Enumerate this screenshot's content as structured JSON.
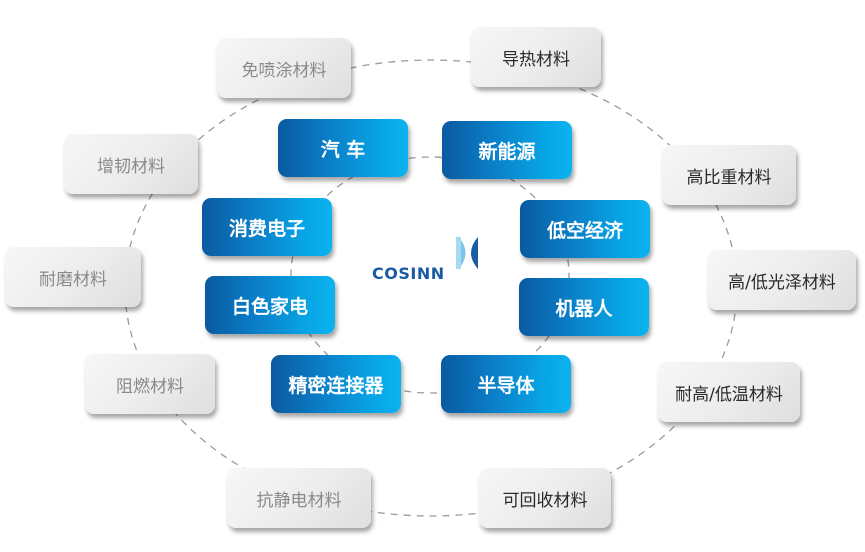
{
  "logo": {
    "text": "COSINN",
    "icon": "cosinn-logo-mark",
    "colors": {
      "dark": "#1a5ca3",
      "light": "#a9d8f2"
    }
  },
  "colors": {
    "application_gradient_start": "#0a5aa0",
    "application_gradient_end": "#0bb3ef",
    "material_bg": "#ececec",
    "material_text_left": "#8a8a8a",
    "material_text_right": "#2a2a2a",
    "ring_dash": "#9a9a9a"
  },
  "applications": [
    {
      "id": "auto",
      "label": "汽 车"
    },
    {
      "id": "new-energy",
      "label": "新能源"
    },
    {
      "id": "consumer-electronics",
      "label": "消费电子"
    },
    {
      "id": "low-altitude-economy",
      "label": "低空经济"
    },
    {
      "id": "home-appliances",
      "label": "白色家电"
    },
    {
      "id": "robots",
      "label": "机器人"
    },
    {
      "id": "precision-connectors",
      "label": "精密连接器"
    },
    {
      "id": "semiconductor",
      "label": "半导体"
    }
  ],
  "materials": [
    {
      "id": "spray-free",
      "label": "免喷涂材料"
    },
    {
      "id": "thermal-conductive",
      "label": "导热材料"
    },
    {
      "id": "toughened",
      "label": "增韧材料"
    },
    {
      "id": "high-specific-gravity",
      "label": "高比重材料"
    },
    {
      "id": "wear-resistant",
      "label": "耐磨材料"
    },
    {
      "id": "high-low-gloss",
      "label": "高/低光泽材料"
    },
    {
      "id": "flame-retardant",
      "label": "阻燃材料"
    },
    {
      "id": "high-low-temp-resistant",
      "label": "耐高/低温材料"
    },
    {
      "id": "antistatic",
      "label": "抗静电材料"
    },
    {
      "id": "recyclable",
      "label": "可回收材料"
    }
  ]
}
